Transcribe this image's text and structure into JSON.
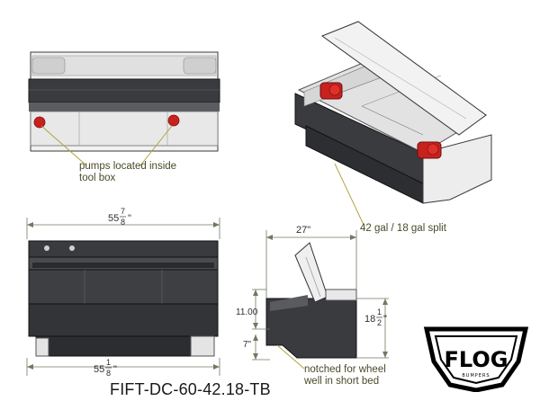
{
  "annotations": {
    "pumps_line1": "pumps located inside",
    "pumps_line2": "tool box",
    "capacity": "42 gal / 18 gal split",
    "notched_line1": "notched for wheel",
    "notched_line2": "well in short bed"
  },
  "dimensions": {
    "top_width_whole": "55",
    "top_width_num": "7",
    "top_width_den": "8",
    "top_width_unit": "\"",
    "bottom_width_whole": "55",
    "bottom_width_num": "1",
    "bottom_width_den": "8",
    "bottom_width_unit": "\"",
    "depth": "27\"",
    "height_upper": "11.00",
    "height_lower": "7\"",
    "height_total_whole": "18",
    "height_total_num": "1",
    "height_total_den": "2",
    "height_total_unit": "\""
  },
  "part_number": "FIFT-DC-60-42.18-TB",
  "logo": {
    "word": "FLOG",
    "tagline": "BUMPERS"
  },
  "colors": {
    "tank_dark": "#3a3b3f",
    "pump_red": "#c8211e",
    "leader": "#b0a340",
    "dim_line": "#6f7a62"
  }
}
